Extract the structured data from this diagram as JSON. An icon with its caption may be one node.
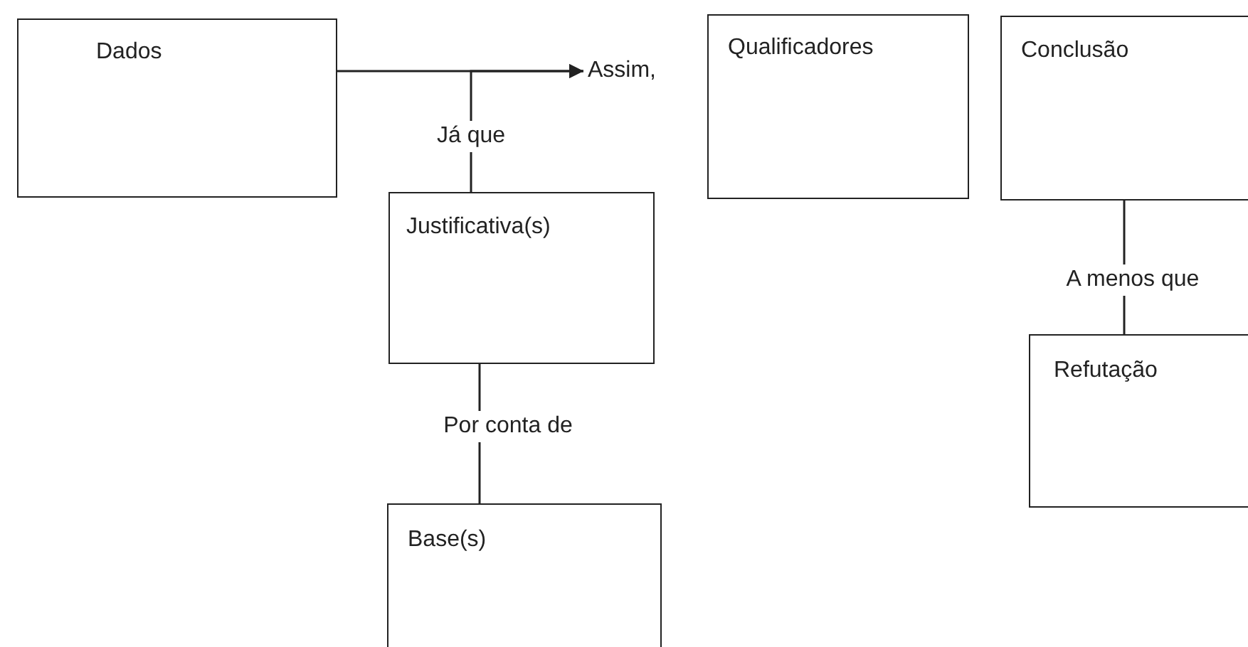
{
  "diagram": {
    "nodes": [
      {
        "text": [
          "Dados"
        ]
      },
      {
        "text": [
          "Assim,"
        ]
      },
      {
        "text": [
          "Qualificadores"
        ]
      },
      {
        "text": [
          "Conclusão"
        ]
      },
      {
        "text": [
          "Justificativa(s)"
        ]
      },
      {
        "text": [
          "Refutação"
        ]
      },
      {
        "text": [
          "Base(s)"
        ]
      }
    ],
    "edges": [
      {
        "from": 0,
        "to": 1,
        "arrow": "to"
      },
      {
        "from": 4,
        "to": 1,
        "arrow": "to",
        "label": "Já que"
      },
      {
        "from": 3,
        "to": 5,
        "arrow": "none",
        "label": "A menos que"
      },
      {
        "from": 4,
        "to": 6,
        "arrow": "none",
        "label": "Por conta de"
      }
    ]
  }
}
